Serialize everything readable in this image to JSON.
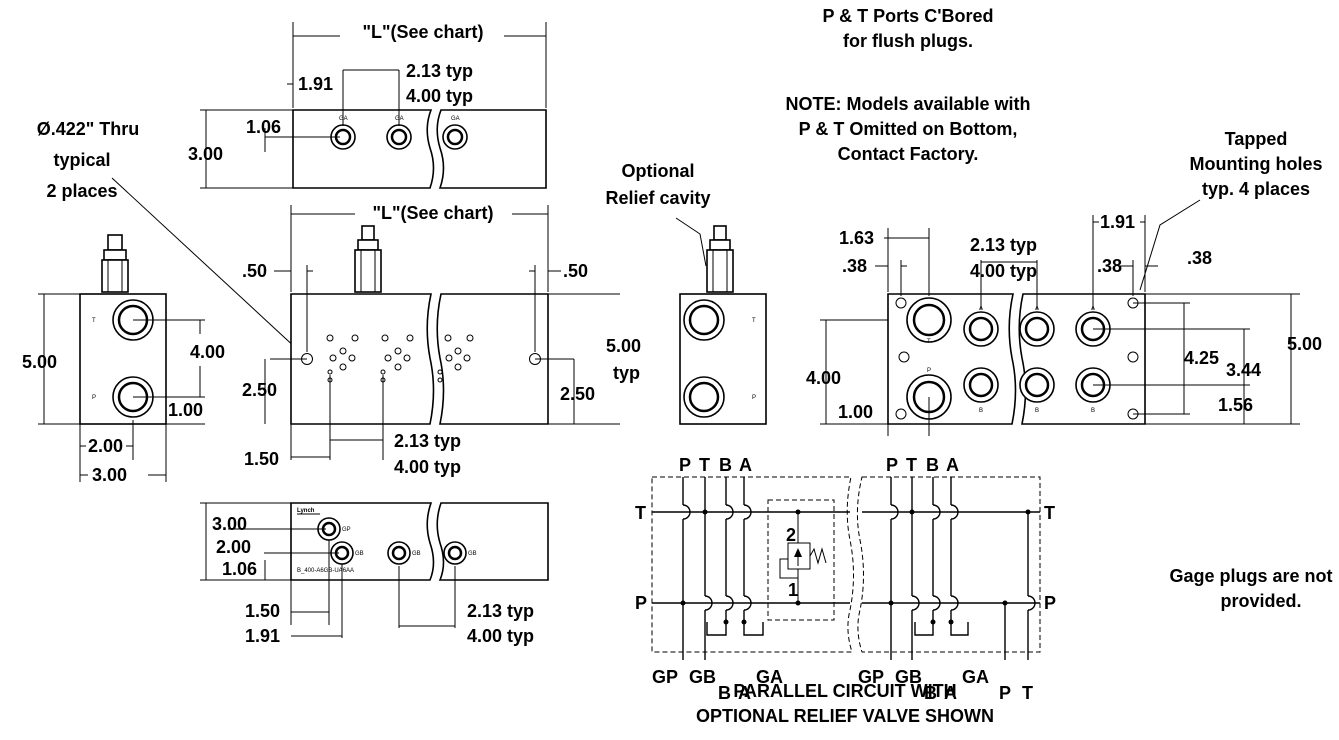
{
  "notes": {
    "pt_ports": [
      "P & T Ports C'Bored",
      "for flush plugs."
    ],
    "models": [
      "NOTE:  Models available with",
      "P & T  Omitted on Bottom,",
      "Contact Factory."
    ],
    "tapped": [
      "Tapped",
      "Mounting holes",
      "typ. 4 places"
    ],
    "thru": [
      "Ø.422\" Thru",
      "typical",
      "2 places"
    ],
    "relief": [
      "Optional",
      "Relief cavity"
    ],
    "gage": [
      "Gage plugs are not",
      "provided."
    ]
  },
  "caption": [
    "PARALLEL CIRCUIT WITH",
    "OPTIONAL RELIEF VALVE SHOWN"
  ],
  "top_view": {
    "l_label": "\"L\"(See chart)",
    "dims": [
      "1.91",
      "2.13 typ",
      "4.00 typ",
      "1.06",
      "3.00"
    ],
    "port_labels": [
      "GA",
      "GA",
      "GA"
    ]
  },
  "side_view": {
    "dims": [
      "5.00",
      "4.00",
      "1.00",
      "2.00",
      "3.00"
    ],
    "port_labels": [
      "T",
      "P"
    ]
  },
  "front_view": {
    "l_label": "\"L\"(See chart)",
    "dims": [
      ".50",
      ".50",
      "5.00",
      "typ",
      "2.50",
      "2.50",
      "1.50",
      "2.13 typ",
      "4.00 typ"
    ]
  },
  "relief_view": {
    "port_labels": [
      "T",
      "P"
    ]
  },
  "bottom_view": {
    "dims": [
      "3.00",
      "2.00",
      "1.06",
      "1.50",
      "1.91",
      "2.13 typ",
      "4.00 typ"
    ],
    "port_labels": [
      "GP",
      "GB",
      "GB",
      "GB"
    ],
    "logo": "Lynch",
    "model_text": "B_400-A6GB-UA6AA"
  },
  "right_view": {
    "dims": [
      "1.63",
      ".38",
      "2.13 typ",
      "4.00 typ",
      "1.91",
      ".38",
      ".38",
      "5.00",
      "4.25",
      "3.44",
      "4.00",
      "1.00",
      "1.56"
    ],
    "port_labels_top": [
      "T",
      "A",
      "A",
      "A"
    ],
    "port_labels_bot": [
      "P",
      "B",
      "B",
      "B"
    ]
  },
  "schematic": {
    "top_left": [
      "P",
      "T",
      "B",
      "A"
    ],
    "top_right": [
      "P",
      "T",
      "B",
      "A"
    ],
    "left": [
      "T",
      "P"
    ],
    "right": [
      "T",
      "P"
    ],
    "valve": [
      "2",
      "1"
    ],
    "bottom_left": [
      "GP",
      "GB",
      "B",
      "A",
      "GA"
    ],
    "bottom_right": [
      "GP",
      "GB",
      "B",
      "A",
      "GA",
      "P",
      "T"
    ]
  }
}
